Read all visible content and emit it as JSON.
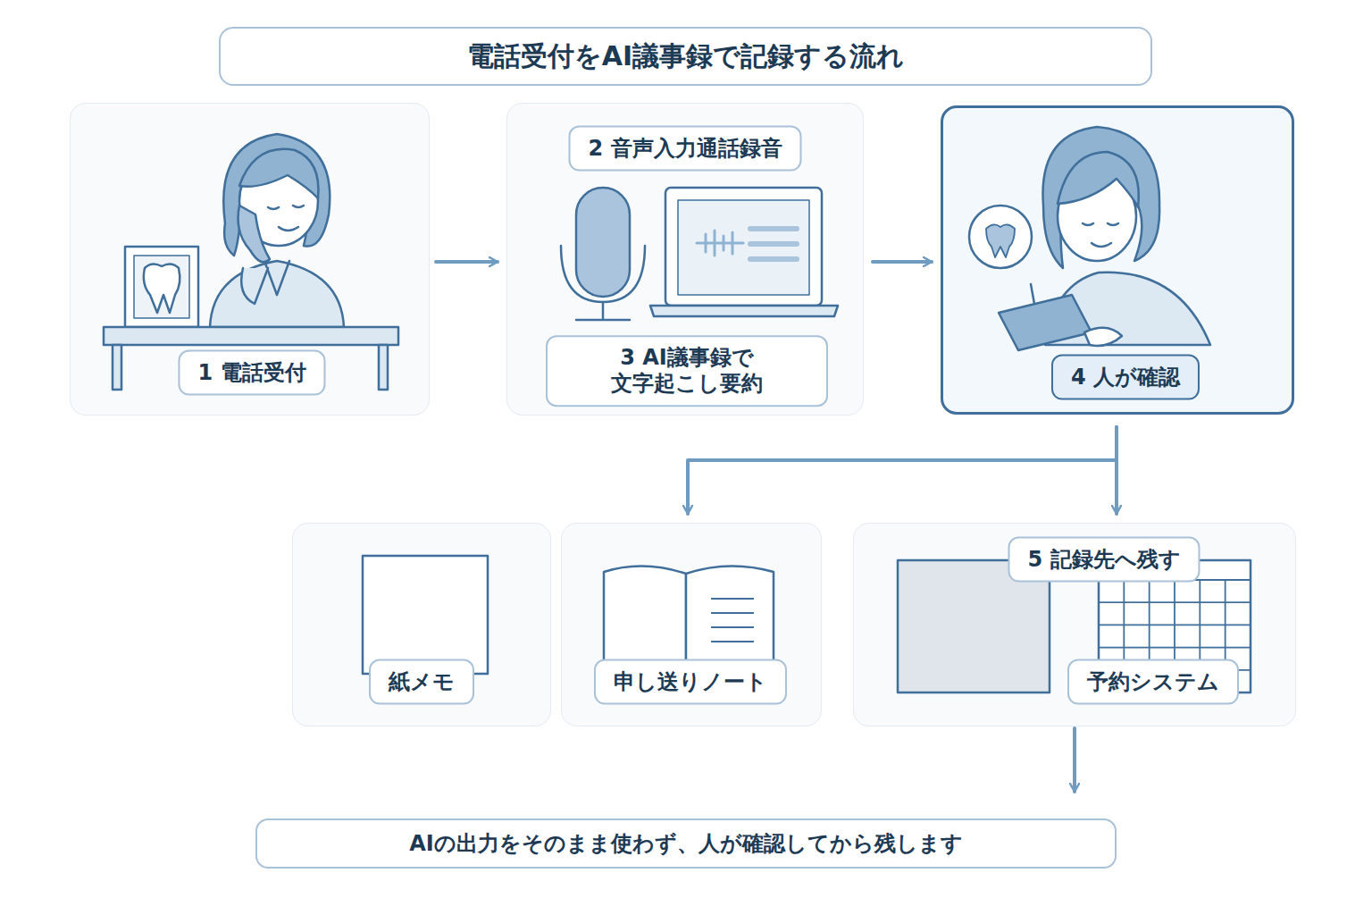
{
  "diagram": {
    "title": "電話受付をAI議事録で記録する流れ",
    "nodes": [
      {
        "text": [
          "1 電話受付"
        ]
      },
      {
        "text": [
          "2 音声入力通話録音",
          "3 AI議事録で 文字起こし要約"
        ]
      },
      {
        "text": [
          "4 人が確認"
        ]
      },
      {
        "text": [
          "紙メモ"
        ]
      },
      {
        "text": [
          "申し送りノート"
        ]
      },
      {
        "text": [
          "5 記録先へ残す",
          "予約システム"
        ]
      },
      {
        "text": [
          "AIの出力をそのまま使わず、人が確認してから残します"
        ]
      }
    ],
    "edges": [
      {
        "from": 0,
        "to": 1,
        "arrow": "to"
      },
      {
        "from": 1,
        "to": 2,
        "arrow": "to"
      },
      {
        "from": 2,
        "to": 4,
        "arrow": "to"
      },
      {
        "from": 2,
        "to": 5,
        "arrow": "to"
      },
      {
        "from": 5,
        "to": 6,
        "arrow": "to"
      }
    ]
  }
}
